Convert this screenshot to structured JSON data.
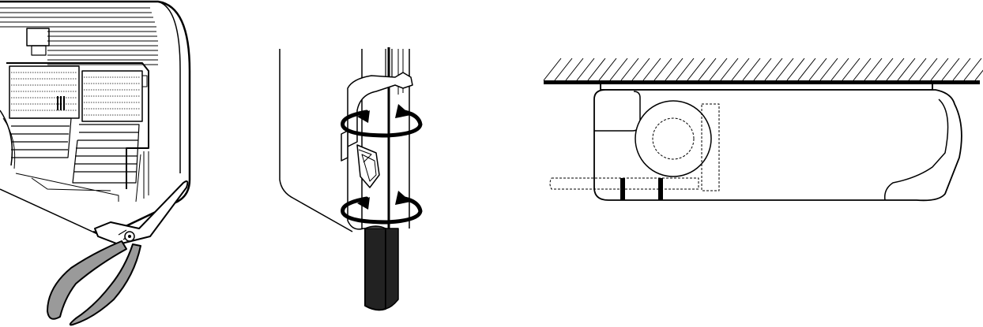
{
  "figures": [
    {
      "id": "panel-1",
      "subject": "indoor-unit-filter-cover-with-pliers"
    },
    {
      "id": "panel-2",
      "subject": "pipe-clamp-rotation-arrows"
    },
    {
      "id": "panel-3",
      "subject": "ceiling-mounted-unit-side-view"
    }
  ],
  "colors": {
    "line": "#000000",
    "grip": "#9a9a9a",
    "background": "#ffffff"
  },
  "icons": [
    "pliers-icon",
    "rotate-arrow-icon",
    "ceiling-hatch-icon"
  ]
}
